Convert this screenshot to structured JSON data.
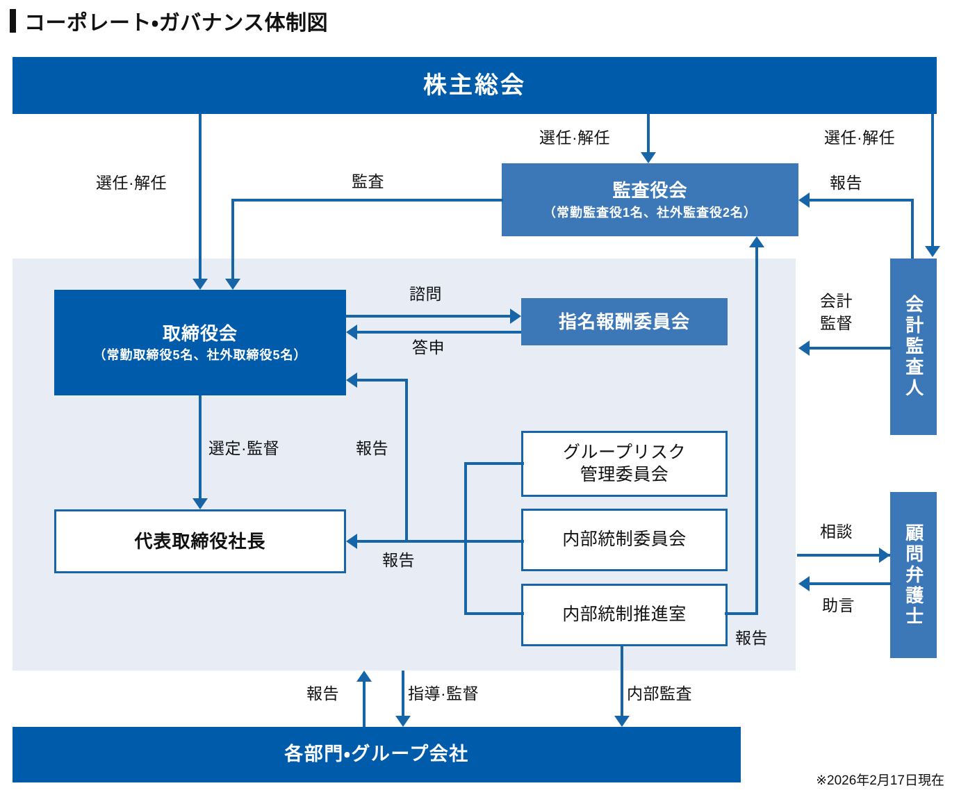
{
  "page": {
    "title": "コーポレート・ガバナンス体制図",
    "footnote": "※2026年2月17日現在"
  },
  "colors": {
    "dark_blue": "#005BAB",
    "mid_blue": "#3C77B8",
    "line_blue": "#1565a8",
    "panel_bg": "#e7ecf5",
    "box_white": "#ffffff",
    "text_dark": "#111111"
  },
  "boxes": {
    "shareholders_meeting": {
      "label": "株主総会",
      "sub": ""
    },
    "audit_board": {
      "label": "監査役会",
      "sub": "（常勤監査役1名、社外監査役2名）"
    },
    "board_of_directors": {
      "label": "取締役会",
      "sub": "（常勤取締役5名、社外取締役5名）"
    },
    "nomination_comp_committee": {
      "label": "指名報酬委員会",
      "sub": ""
    },
    "president": {
      "label": "代表取締役社長",
      "sub": ""
    },
    "group_risk_committee": {
      "line1": "グループリスク",
      "line2": "管理委員会"
    },
    "internal_control_committee": {
      "label": "内部統制委員会"
    },
    "internal_control_office": {
      "label": "内部統制推進室"
    },
    "accounting_auditor": {
      "label": "会計監査人"
    },
    "legal_advisor": {
      "label": "顧問弁護士"
    },
    "divisions_group_companies": {
      "label": "各部門・グループ会社"
    }
  },
  "edges": {
    "sm_to_bod": "選任·解任",
    "sm_to_auditboard": "選任·解任",
    "sm_to_accountant": "選任·解任",
    "auditboard_to_bod": "監査",
    "accountant_to_auditboard": "報告",
    "accountant_to_bod": "会計",
    "accountant_to_bod_2": "監督",
    "bod_to_committee": "諮問",
    "committee_to_bod": "答申",
    "bod_to_president": "選定·監督",
    "report_to_bod": "報告",
    "report_to_president": "報告",
    "office_to_auditboard": "報告",
    "advisor_consult": "相談",
    "advisor_advice": "助言",
    "divisions_report": "報告",
    "divisions_supervise": "指導·監督",
    "internal_audit": "内部監査"
  }
}
